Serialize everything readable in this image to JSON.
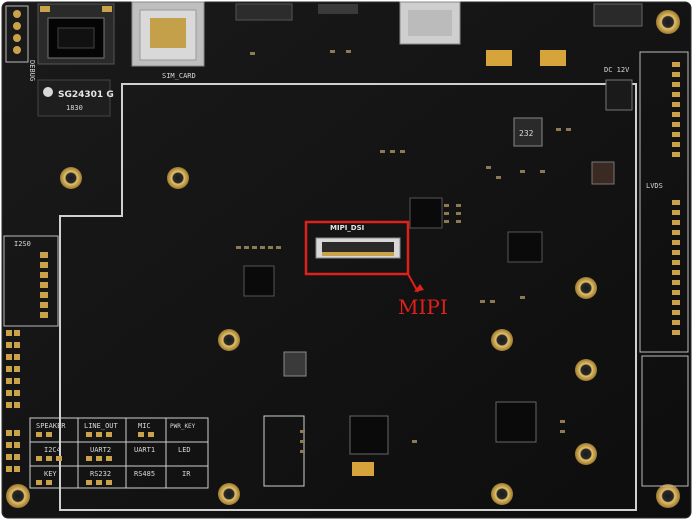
{
  "board": {
    "silkscreen": {
      "debug": "DEBUG",
      "sim_card": "SIM_CARD",
      "ethernet_ic": "SG24301 G",
      "ethernet_ic_code": "1830",
      "dc_in": "DC 12V",
      "i2s_header": "I2S0",
      "mipi_connector": "MIPI_DSI",
      "lvds": "LVDS",
      "speaker": "SPEAKER",
      "line_out": "LINE_OUT",
      "mic": "MIC",
      "pwr_key": "PWR_KEY",
      "i2c4": "I2C4",
      "uart2": "UART2",
      "uart1": "UART1",
      "led": "LED",
      "key": "KEY",
      "rs232": "RS232",
      "rs485": "RS485",
      "ir": "IR",
      "ic_mark": "232"
    }
  },
  "annotation": {
    "label": "MIPI",
    "color": "#e0201a"
  },
  "colors": {
    "pcb": "#121212",
    "silk": "#d8d8d8",
    "gold": "#c9a24a",
    "tan_part": "#d7a43c"
  }
}
